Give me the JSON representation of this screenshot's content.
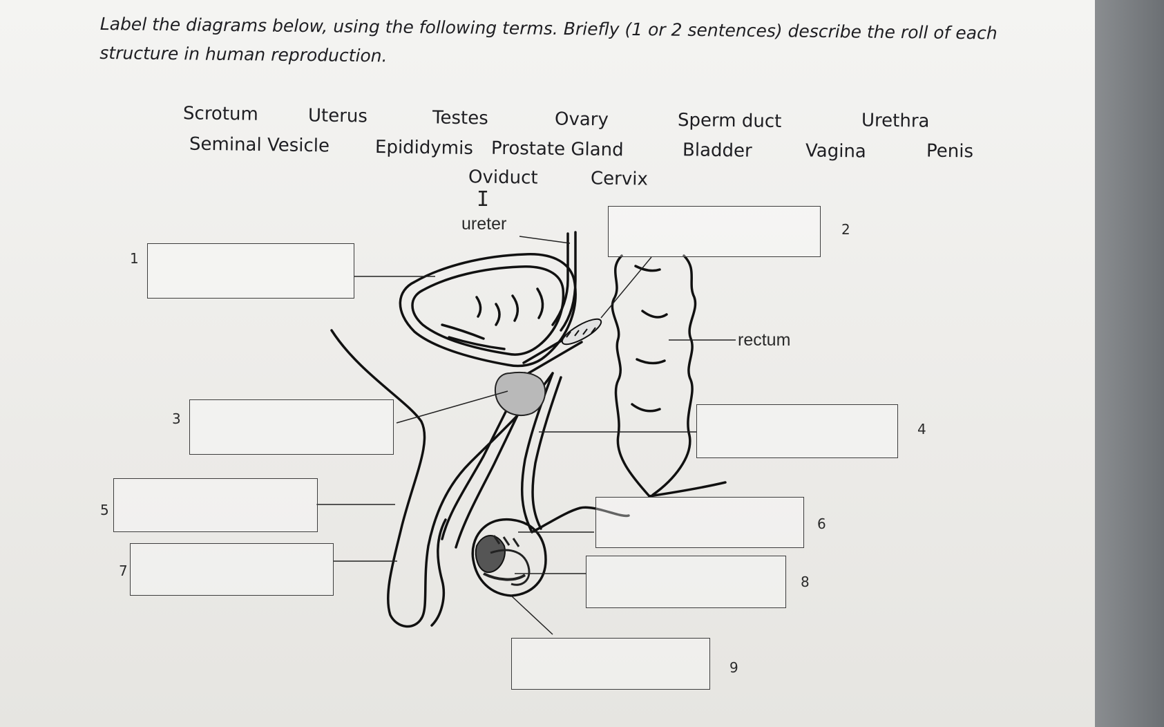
{
  "instructions": "Label the diagrams below, using the following terms. Briefly (1 or 2 sentences) describe the roll of each structure in human reproduction.",
  "terms": [
    "Scrotum",
    "Uterus",
    "Testes",
    "Ovary",
    "Sperm duct",
    "Urethra",
    "Seminal Vesicle",
    "Epididymis",
    "Prostate Gland",
    "Bladder",
    "Vagina",
    "Penis",
    "Oviduct",
    "Cervix"
  ],
  "diagram_labels": {
    "ureter": "ureter",
    "rectum": "rectum"
  },
  "box_numbers": [
    "1",
    "2",
    "3",
    "4",
    "5",
    "6",
    "7",
    "8",
    "9"
  ],
  "cursor_icon": "text-cursor-icon"
}
